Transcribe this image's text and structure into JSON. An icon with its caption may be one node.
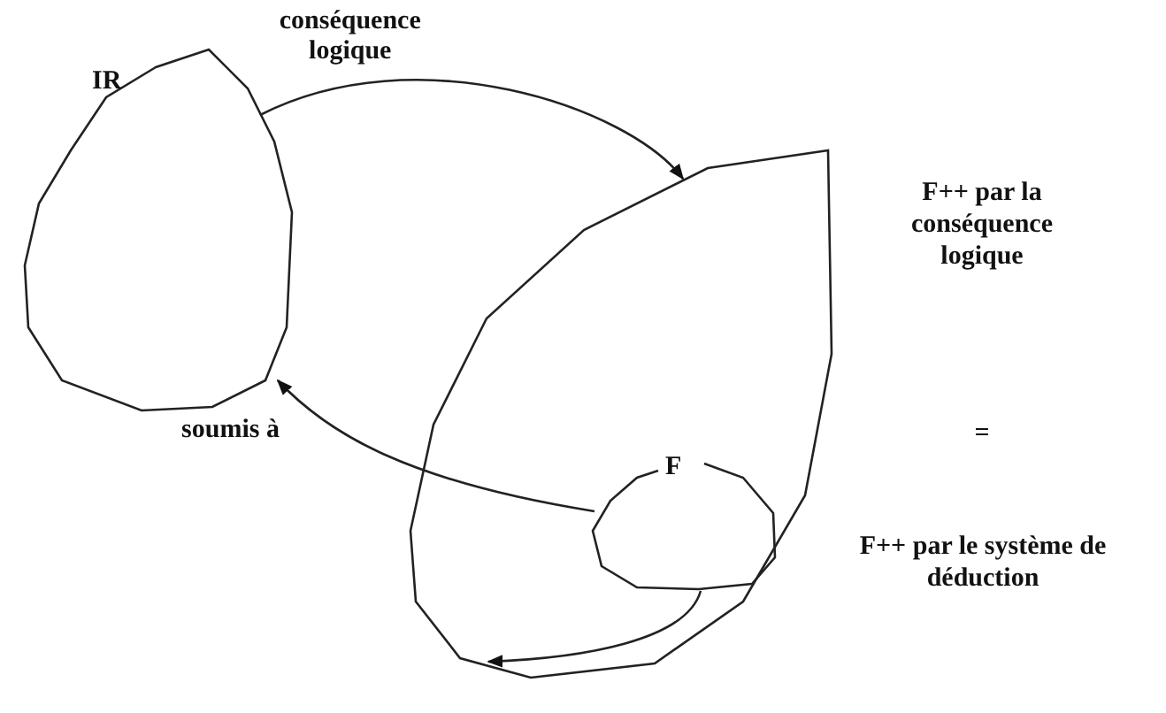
{
  "diagram": {
    "nodes": [
      {
        "text": [
          "IR"
        ]
      },
      {
        "text": [],
        "shape": "circle"
      },
      {
        "text": [
          "F"
        ],
        "in": 1
      }
    ],
    "edges": [
      {
        "from": 0,
        "to": 1,
        "arrow": "to",
        "label": "conséquence logique"
      },
      {
        "from": 2,
        "to": 0,
        "arrow": "to",
        "label": "soumis à"
      },
      {
        "from": 2,
        "to": 1,
        "arrow": "to"
      }
    ],
    "labels": [
      "F++ par la conséquence logique",
      "=",
      "F++ par le système de déduction"
    ]
  }
}
